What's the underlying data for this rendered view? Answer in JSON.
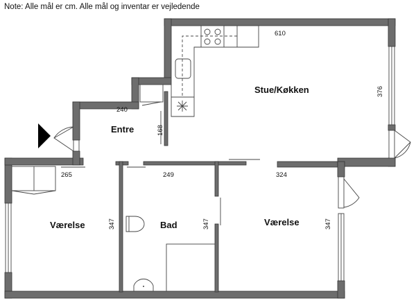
{
  "note": "Note: Alle mål er cm. Alle mål og inventar er vejledende",
  "rooms": {
    "living_kitchen": "Stue/Køkken",
    "entrance": "Entre",
    "bedroom_left": "Værelse",
    "bathroom": "Bad",
    "bedroom_right": "Værelse"
  },
  "dimensions": {
    "living_width": "610",
    "living_depth": "376",
    "entrance_width": "240",
    "entrance_depth": "168",
    "bedroom_left_width": "265",
    "bedroom_left_depth": "347",
    "bathroom_width": "249",
    "bathroom_depth": "347",
    "bedroom_right_width": "324",
    "bedroom_right_depth": "347"
  },
  "colors": {
    "wall": "#6d6d6d",
    "entry_marker": "#000000"
  }
}
